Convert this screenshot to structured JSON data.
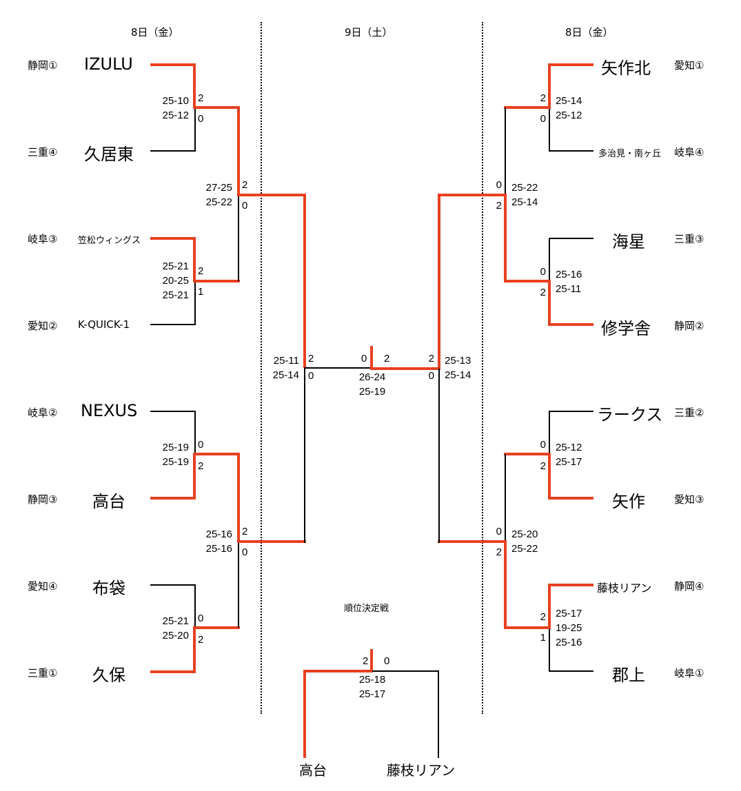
{
  "colors": {
    "winner_line": "#e8401f",
    "loser_line": "#000000"
  },
  "headers": {
    "left_day": "8日（金）",
    "center_day": "9日（土）",
    "right_day": "8日（金）"
  },
  "left": {
    "teams": [
      {
        "pref": "静岡①",
        "name": "IZULU"
      },
      {
        "pref": "三重④",
        "name": "久居東"
      },
      {
        "pref": "岐阜③",
        "name": "笠松ウィングス"
      },
      {
        "pref": "愛知②",
        "name": "K-QUICK-1"
      },
      {
        "pref": "岐阜②",
        "name": "NEXUS"
      },
      {
        "pref": "静岡③",
        "name": "高台"
      },
      {
        "pref": "愛知④",
        "name": "布袋"
      },
      {
        "pref": "三重①",
        "name": "久保"
      }
    ],
    "r1": [
      {
        "scores": [
          "25-10",
          "25-12"
        ],
        "top_sets": "2",
        "bottom_sets": "0"
      },
      {
        "scores": [
          "25-21",
          "20-25",
          "25-21"
        ],
        "top_sets": "2",
        "bottom_sets": "1"
      },
      {
        "scores": [
          "25-19",
          "25-19"
        ],
        "top_sets": "0",
        "bottom_sets": "2"
      },
      {
        "scores": [
          "25-21",
          "25-20"
        ],
        "top_sets": "0",
        "bottom_sets": "2"
      }
    ],
    "r2": [
      {
        "scores": [
          "27-25",
          "25-22"
        ],
        "top_sets": "2",
        "bottom_sets": "0"
      },
      {
        "scores": [
          "25-16",
          "25-16"
        ],
        "top_sets": "2",
        "bottom_sets": "0"
      }
    ],
    "semi": {
      "scores": [
        "25-11",
        "25-14"
      ],
      "top_sets": "2",
      "bottom_sets": "0"
    }
  },
  "right": {
    "teams": [
      {
        "pref": "愛知①",
        "name": "矢作北"
      },
      {
        "pref": "岐阜④",
        "name": "多治見・南ヶ丘"
      },
      {
        "pref": "三重③",
        "name": "海星"
      },
      {
        "pref": "静岡②",
        "name": "修学舎"
      },
      {
        "pref": "三重②",
        "name": "ラークス"
      },
      {
        "pref": "愛知③",
        "name": "矢作"
      },
      {
        "pref": "静岡④",
        "name": "藤枝リアン"
      },
      {
        "pref": "岐阜①",
        "name": "郡上"
      }
    ],
    "r1": [
      {
        "scores": [
          "25-14",
          "25-12"
        ],
        "top_sets": "2",
        "bottom_sets": "0"
      },
      {
        "scores": [
          "25-16",
          "25-11"
        ],
        "top_sets": "0",
        "bottom_sets": "2"
      },
      {
        "scores": [
          "25-12",
          "25-17"
        ],
        "top_sets": "0",
        "bottom_sets": "2"
      },
      {
        "scores": [
          "25-17",
          "19-25",
          "25-16"
        ],
        "top_sets": "2",
        "bottom_sets": "1"
      }
    ],
    "r2": [
      {
        "scores": [
          "25-22",
          "25-14"
        ],
        "top_sets": "0",
        "bottom_sets": "2"
      },
      {
        "scores": [
          "25-20",
          "25-22"
        ],
        "top_sets": "0",
        "bottom_sets": "2"
      }
    ],
    "semi": {
      "scores": [
        "25-13",
        "25-14"
      ],
      "top_sets": "2",
      "bottom_sets": "0"
    }
  },
  "final": {
    "left_sets": "0",
    "right_sets": "2",
    "scores": [
      "26-24",
      "25-19"
    ]
  },
  "placement": {
    "title": "順位決定戦",
    "left_team": "高台",
    "right_team": "藤枝リアン",
    "left_sets": "2",
    "right_sets": "0",
    "scores": [
      "25-18",
      "25-17"
    ]
  }
}
